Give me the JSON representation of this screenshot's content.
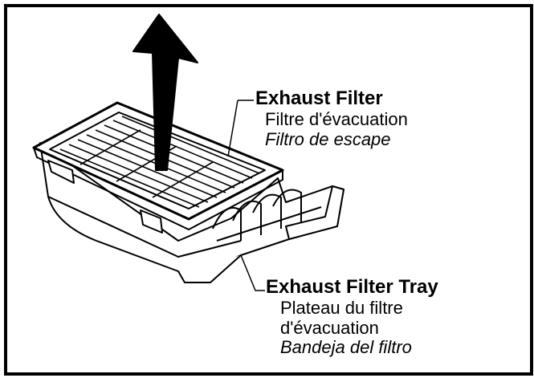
{
  "labels": {
    "exhaust_filter": {
      "title": "Exhaust Filter",
      "french": "Filtre d'évacuation",
      "spanish": "Filtro de escape"
    },
    "exhaust_filter_tray": {
      "title": "Exhaust Filter Tray",
      "french_line1": "Plateau du filtre",
      "french_line2": "d'évacuation",
      "spanish": "Bandeja del filtro"
    }
  },
  "colors": {
    "ink": "#000000",
    "background": "#ffffff"
  },
  "icons": {
    "arrow": "lift-up-arrow-icon"
  }
}
